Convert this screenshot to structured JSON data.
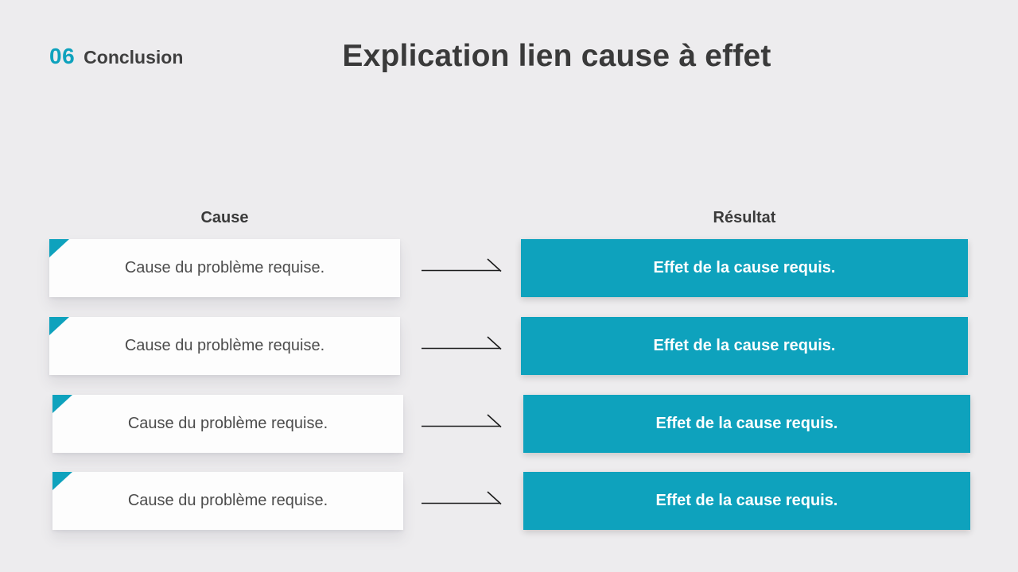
{
  "slide": {
    "badge_number": "06",
    "badge_label": "Conclusion",
    "title": "Explication lien cause à effet"
  },
  "columns": {
    "cause_header": "Cause",
    "result_header": "Résultat"
  },
  "rows": [
    {
      "cause": "Cause du problème requise.",
      "effect": "Effet de la cause requis."
    },
    {
      "cause": "Cause du problème requise.",
      "effect": "Effet de la cause requis."
    },
    {
      "cause": "Cause du problème requise.",
      "effect": "Effet de la cause requis."
    },
    {
      "cause": "Cause du problème requise.",
      "effect": "Effet de la cause requis."
    }
  ],
  "icons": {
    "corner_triangle": "corner-triangle-icon",
    "arrow": "arrow-right-icon"
  },
  "colors": {
    "accent_teal": "#0ea2bd",
    "background": "#edecee",
    "card_white": "#fdfdfd",
    "title_text": "#3a3a3a",
    "cause_text": "#4c4c4c",
    "effect_text": "#ffffff",
    "arrow": "#1c1c1c"
  }
}
